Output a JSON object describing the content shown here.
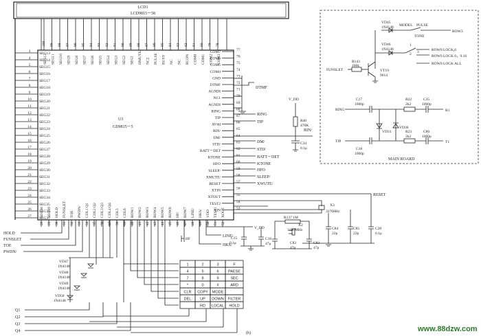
{
  "lcd": {
    "name": "LCD1",
    "model": "LCD9815－58"
  },
  "u3": {
    "name": "U3",
    "model": "GD9815－5"
  },
  "left_pins": [
    {
      "num": "3",
      "name": "SEG13"
    },
    {
      "num": "4",
      "name": "SEG14"
    },
    {
      "num": "5",
      "name": "SEG15"
    },
    {
      "num": "6",
      "name": "SEG16"
    },
    {
      "num": "7",
      "name": "SEG17"
    },
    {
      "num": "8",
      "name": "SEG18"
    },
    {
      "num": "9",
      "name": "SEG19"
    },
    {
      "num": "10",
      "name": "SEG20"
    },
    {
      "num": "11",
      "name": "SEG21"
    },
    {
      "num": "12",
      "name": "SEG22"
    },
    {
      "num": "13",
      "name": "SEG23"
    },
    {
      "num": "14",
      "name": "SEG24"
    },
    {
      "num": "15",
      "name": "SEG25"
    },
    {
      "num": "16",
      "name": "SEG26"
    },
    {
      "num": "17",
      "name": "SEG27"
    },
    {
      "num": "18",
      "name": "SEG28"
    },
    {
      "num": "19",
      "name": "SEG29"
    },
    {
      "num": "20",
      "name": "SEG30"
    },
    {
      "num": "21",
      "name": "SEG31"
    },
    {
      "num": "22",
      "name": "SEG32"
    },
    {
      "num": "23",
      "name": "SEG33"
    },
    {
      "num": "24",
      "name": "SEG34"
    },
    {
      "num": "25",
      "name": "SEG35"
    },
    {
      "num": "26",
      "name": "SEG36"
    },
    {
      "num": "27",
      "name": "SEG37"
    }
  ],
  "right_pins": [
    {
      "num": "77",
      "name": "COM7"
    },
    {
      "num": "76",
      "name": "COM6"
    },
    {
      "num": "75",
      "name": "COM5"
    },
    {
      "num": "74",
      "name": "COM4"
    },
    {
      "num": "73",
      "name": "GND"
    },
    {
      "num": "72",
      "name": "DTMF"
    },
    {
      "num": "71",
      "name": "AGNDI"
    },
    {
      "num": "70",
      "name": "NC1"
    },
    {
      "num": "69",
      "name": "AGNDI"
    },
    {
      "num": "68",
      "name": "RING"
    },
    {
      "num": "67",
      "name": "TIP"
    },
    {
      "num": "66",
      "name": "AVdd"
    },
    {
      "num": "65",
      "name": "RIN/"
    },
    {
      "num": "64",
      "name": "DM/"
    },
    {
      "num": "63",
      "name": "STD/"
    },
    {
      "num": "62",
      "name": "BATT－DET"
    },
    {
      "num": "61",
      "name": "KTONE"
    },
    {
      "num": "60",
      "name": "HFO"
    },
    {
      "num": "59",
      "name": "SLEEP/"
    },
    {
      "num": "58",
      "name": "XMUTE/"
    },
    {
      "num": "57",
      "name": "RESET"
    },
    {
      "num": "56",
      "name": "XTIN"
    },
    {
      "num": "55",
      "name": "XTOUT"
    },
    {
      "num": "54",
      "name": "TEST2"
    },
    {
      "num": "53",
      "name": "XIN"
    }
  ],
  "top_pins": [
    {
      "num": "100",
      "name": "SEG12"
    },
    {
      "num": "99",
      "name": "SEG11"
    },
    {
      "num": "98",
      "name": "SEG10"
    },
    {
      "num": "97",
      "name": "SEG9"
    },
    {
      "num": "96",
      "name": "SEG8"
    },
    {
      "num": "95",
      "name": "SEG7"
    },
    {
      "num": "94",
      "name": "SEG6"
    },
    {
      "num": "93",
      "name": "SEG5"
    },
    {
      "num": "92",
      "name": "SEG4"
    },
    {
      "num": "91",
      "name": "SEG3"
    },
    {
      "num": "90",
      "name": "SEG2"
    },
    {
      "num": "89",
      "name": "SEG1"
    },
    {
      "num": "88",
      "name": "HMUTE/"
    },
    {
      "num": "87",
      "name": "NC2"
    },
    {
      "num": "86",
      "name": "PULSE"
    },
    {
      "num": "85",
      "name": "BUSY"
    },
    {
      "num": "84",
      "name": "NC"
    },
    {
      "num": "83",
      "name": "NC"
    },
    {
      "num": "82",
      "name": "RCON"
    },
    {
      "num": "81",
      "name": "COM0"
    },
    {
      "num": "80",
      "name": "COM1"
    },
    {
      "num": "79",
      "name": "COM2"
    },
    {
      "num": "78",
      "name": "COM3"
    }
  ],
  "bottom_pins": [
    {
      "num": "28",
      "name": "SEG38"
    },
    {
      "num": "29",
      "name": "SEG39"
    },
    {
      "num": "30",
      "name": "HOLD"
    },
    {
      "num": "31",
      "name": "FUNSLET"
    },
    {
      "num": "32",
      "name": "TOE"
    },
    {
      "num": "33",
      "name": "PWDN/"
    },
    {
      "num": "34",
      "name": "COL1 Q1"
    },
    {
      "num": "35",
      "name": "COL2 Q2"
    },
    {
      "num": "36",
      "name": "COL3 Q3"
    },
    {
      "num": "37",
      "name": "COL4 Q4"
    },
    {
      "num": "38",
      "name": "COL5"
    },
    {
      "num": "39",
      "name": "COL6"
    },
    {
      "num": "40",
      "name": "ROW1"
    },
    {
      "num": "41",
      "name": "ROW2"
    },
    {
      "num": "42",
      "name": "ROW3"
    },
    {
      "num": "43",
      "name": "ROW4"
    },
    {
      "num": "44",
      "name": "ROW5"
    },
    {
      "num": "45",
      "name": "ROW6"
    },
    {
      "num": "46",
      "name": "HF/"
    },
    {
      "num": "47",
      "name": "ROW7"
    },
    {
      "num": "48",
      "name": "LINE/"
    },
    {
      "num": "49",
      "name": "HKS/"
    },
    {
      "num": "50",
      "name": "VDD"
    },
    {
      "num": "51",
      "name": "TEST1"
    },
    {
      "num": "52",
      "name": "XOUT"
    }
  ],
  "right_signals": {
    "dtmf": "DTMF",
    "ring": "RING",
    "tip": "TIP",
    "vdd": "V_DD",
    "rin": "RIN/",
    "dm": "DM/",
    "std": "STD/",
    "batt": "BATT－DET",
    "ktone": "KTONE",
    "hfo": "HFO",
    "sleep": "SLEEP/",
    "xwute": "XWUTE/",
    "reset": "RESET"
  },
  "components": {
    "r46": "R46",
    "r46v": "470K",
    "c34": "C34",
    "c34v": "0.1μ",
    "x3": "X3",
    "x3v": "32768Hz",
    "r137": "R137 1M",
    "x2": "X2",
    "x2v": "3.58 MHz",
    "c84": "C84",
    "c84v": "22p",
    "c85": "C85",
    "c85v": "22p",
    "c28": "C28",
    "c28v": "0.1μ",
    "c15": "C15",
    "c15v": "0.1μ",
    "c16": "C16",
    "c16v": "47μ",
    "c82": "C82",
    "c82v": "47p",
    "c83": "C83",
    "c83v": "47p",
    "vdd": "V_DD"
  },
  "bottom_labels": {
    "line": "LINE/",
    "hks": "HKS/",
    "hf": "HF",
    "hold": "HOLD",
    "funslet": "FUNSLET",
    "toe": "TOE",
    "pwdn": "PWDN/"
  },
  "diodes": [
    {
      "name": "VD47",
      "part": "1N4148"
    },
    {
      "name": "VD48",
      "part": "1N4148"
    },
    {
      "name": "VD49",
      "part": "1N4148"
    },
    {
      "name": "VD50",
      "part": "1N4148"
    }
  ],
  "q_labels": [
    "Q1",
    "Q2",
    "Q3",
    "Q4"
  ],
  "keypad": [
    [
      "1",
      "2",
      "3",
      "F"
    ],
    [
      "4",
      "5",
      "6",
      "PAESE"
    ],
    [
      "7",
      "8",
      "9",
      "SEC"
    ],
    [
      "*",
      "0",
      "#",
      "ARD"
    ],
    [
      "CLR",
      "COPY",
      "MODE",
      ""
    ],
    [
      "DEL",
      "UP",
      "DOWN",
      "FILTER"
    ],
    [
      "",
      "RD",
      "LOCAL",
      "HOLD"
    ]
  ],
  "inset_top": {
    "vd45": "VD45",
    "vd45p": "1N4148",
    "vd46": "VD46",
    "vd46p": "1N4148",
    "model": "MODEL",
    "pulse": "PULSE",
    "tone": "TONE",
    "r143": "R143",
    "r143v": "100k",
    "funslet": "FUNSLET",
    "vt19": "VT19",
    "vt19p": "9014",
    "row3": "ROW3",
    "row0a": "ROW0 LOCK,0",
    "row0b": "ROW0 LOCK 0，9.16",
    "row0c": "ROW0 LOCK ALL",
    "sw1": "1",
    "sw2": "2",
    "sw3": "3"
  },
  "inset_bottom": {
    "ring": "RING",
    "tip": "TIP",
    "c17": "C17",
    "c17v": "1000p",
    "c18": "C18",
    "c18v": "1000p",
    "r22": "R22",
    "r22v": "2k2",
    "r23": "R23",
    "r23v": "2k2",
    "c35": "C35",
    "c35v": "1000p",
    "c86": "C86",
    "c86v": "1000p",
    "vd31": "VD31",
    "vd30": "VD30",
    "r1": "R1",
    "t1": "T1",
    "title": "MAIN ROARD"
  },
  "caption": "(b)",
  "watermark": "www.88dzw.com"
}
